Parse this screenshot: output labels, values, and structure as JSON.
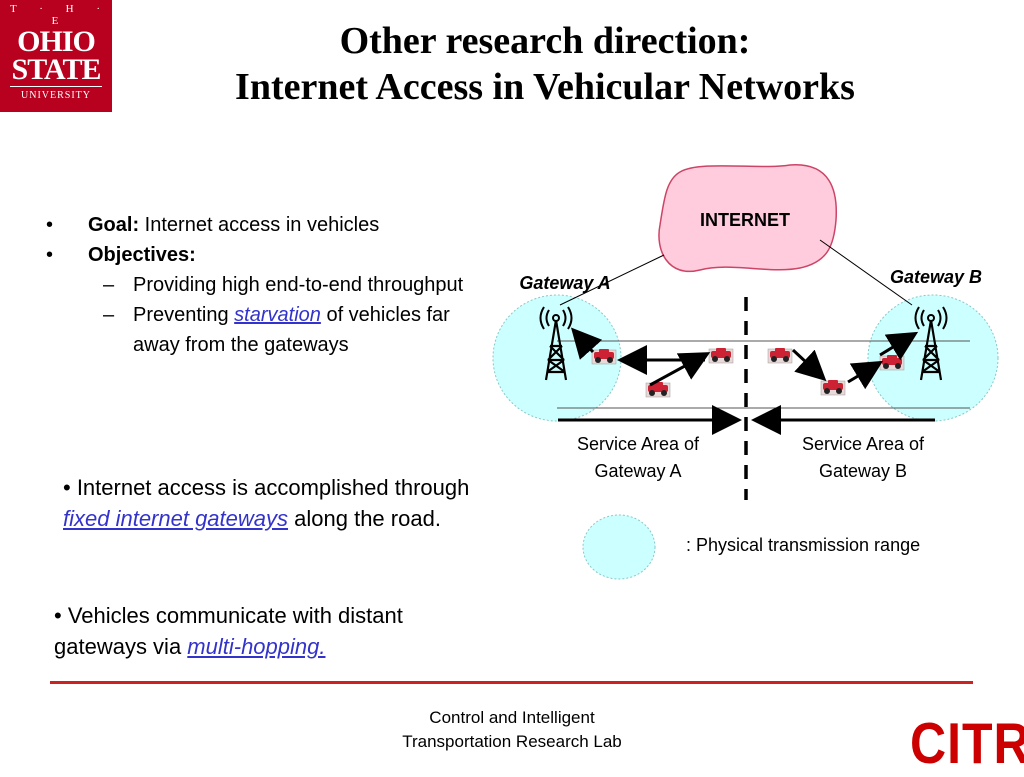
{
  "logo": {
    "line1": "T · H · E",
    "line2": "OHIO",
    "line3": "STATE",
    "line4": "UNIVERSITY"
  },
  "title": {
    "line1": "Other research direction:",
    "line2": "Internet Access in Vehicular Networks"
  },
  "bullets": {
    "goal_label": "Goal:",
    "goal_text": " Internet access in vehicles",
    "objectives_label": "Objectives:",
    "obj1": "Providing high end-to-end throughput",
    "obj2_pre": "Preventing ",
    "obj2_link": "starvation",
    "obj2_post": " of vehicles far away from the gateways"
  },
  "para1": {
    "pre": "•   Internet access is accomplished through ",
    "link": "fixed internet gateways",
    "post": " along the road."
  },
  "para2": {
    "pre": "•   Vehicles communicate with distant gateways via ",
    "link": "multi-hopping."
  },
  "diagram": {
    "cloud": "INTERNET",
    "gateway_a": "Gateway A",
    "gateway_b": "Gateway B",
    "area_a_line1": "Service Area of",
    "area_a_line2": "Gateway A",
    "area_b_line1": "Service Area of",
    "area_b_line2": "Gateway B",
    "colors": {
      "range": "#ccffff",
      "cloud": "#ffccdd",
      "car": "#cc2233"
    }
  },
  "legend": ": Physical transmission range",
  "footer": {
    "line1": "Control and Intelligent",
    "line2": "Transportation Research Lab"
  },
  "citr": "CITR"
}
